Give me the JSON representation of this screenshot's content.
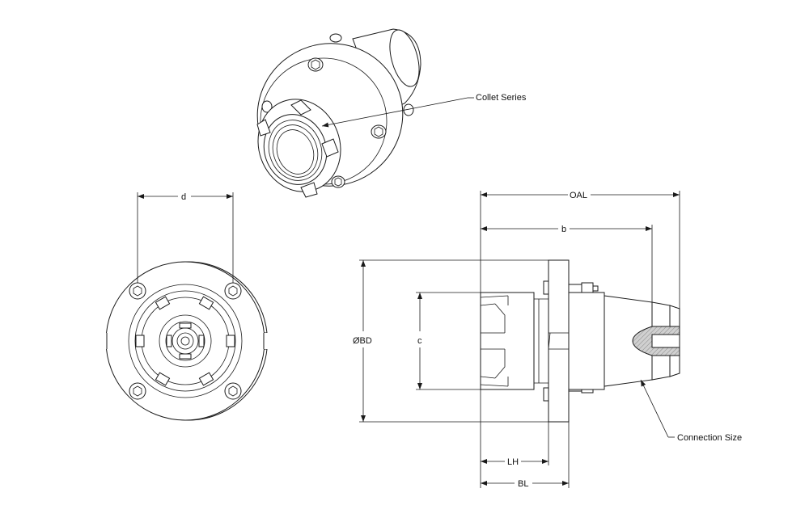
{
  "labels": {
    "collet_series": "Collet Series",
    "d": "d",
    "oal": "OAL",
    "b": "b",
    "bd": "ØBD",
    "c": "c",
    "connection_size": "Connection Size",
    "lh": "LH",
    "bl": "BL"
  },
  "colors": {
    "line": "#1a1a1a",
    "background": "#ffffff",
    "section_fill": "#c8c8c8"
  }
}
